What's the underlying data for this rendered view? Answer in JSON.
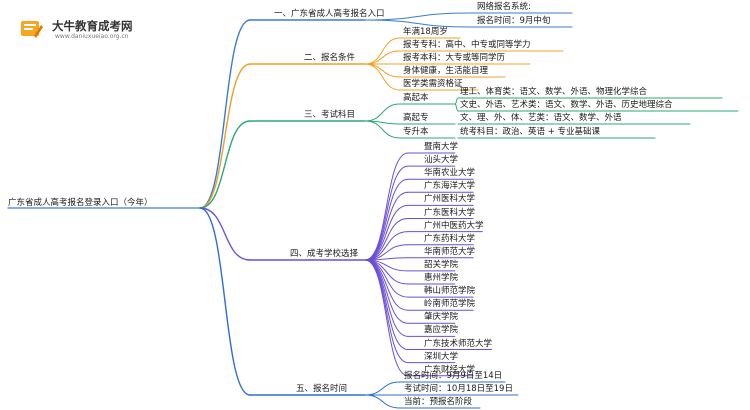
{
  "logo": {
    "title": "大牛教育成考网",
    "url": "www.daniuxueiao.org.cn",
    "icon": "pencil-book-icon",
    "color": "#f5a623"
  },
  "root": "广东省成人高考报名登录入口（今年）",
  "colors": {
    "b1": "#3a7bd5",
    "b2": "#f0a020",
    "b3": "#2aa876",
    "b4": "#6c4fd8",
    "b5": "#2b6fd6",
    "root": "#3a7bd5"
  },
  "branches": [
    {
      "label": "一、广东省成人高考报名入口",
      "items": [
        "网络报名系统:",
        "报名时间：9月中旬"
      ]
    },
    {
      "label": "二、报名条件",
      "items": [
        "年满18周岁",
        "报考专科：高中、中专或同等学力",
        "报考本科：大专或等同学历",
        "身体健康，生活能自理",
        "医学类需资格证"
      ]
    },
    {
      "label": "三、考试科目",
      "groups": [
        {
          "label": "高起本",
          "items": [
            "理工、体育类：语文、数学、外语、物理化学综合",
            "文史、外语、艺术类：语文、数学、外语、历史地理综合"
          ]
        },
        {
          "label": "高起专",
          "items": [
            "文、理、外、体、艺类：语文、数学、外语"
          ]
        },
        {
          "label": "专升本",
          "items": [
            "统考科目：政治、英语 + 专业基础课"
          ]
        }
      ]
    },
    {
      "label": "四、成考学校选择",
      "items": [
        "暨南大学",
        "汕头大学",
        "华南农业大学",
        "广东海洋大学",
        "广州医科大学",
        "广东医科大学",
        "广州中医药大学",
        "广东药科大学",
        "华南师范大学",
        "韶关学院",
        "惠州学院",
        "韩山师范学院",
        "岭南师范学院",
        "肇庆学院",
        "嘉应学院",
        "广东技术师范大学",
        "深圳大学",
        "广东财经大学"
      ]
    },
    {
      "label": "五、报名时间",
      "items": [
        "报名时间：9月9日至14日",
        "考试时间：10月18日至19日",
        "当前：预报名阶段"
      ]
    }
  ]
}
